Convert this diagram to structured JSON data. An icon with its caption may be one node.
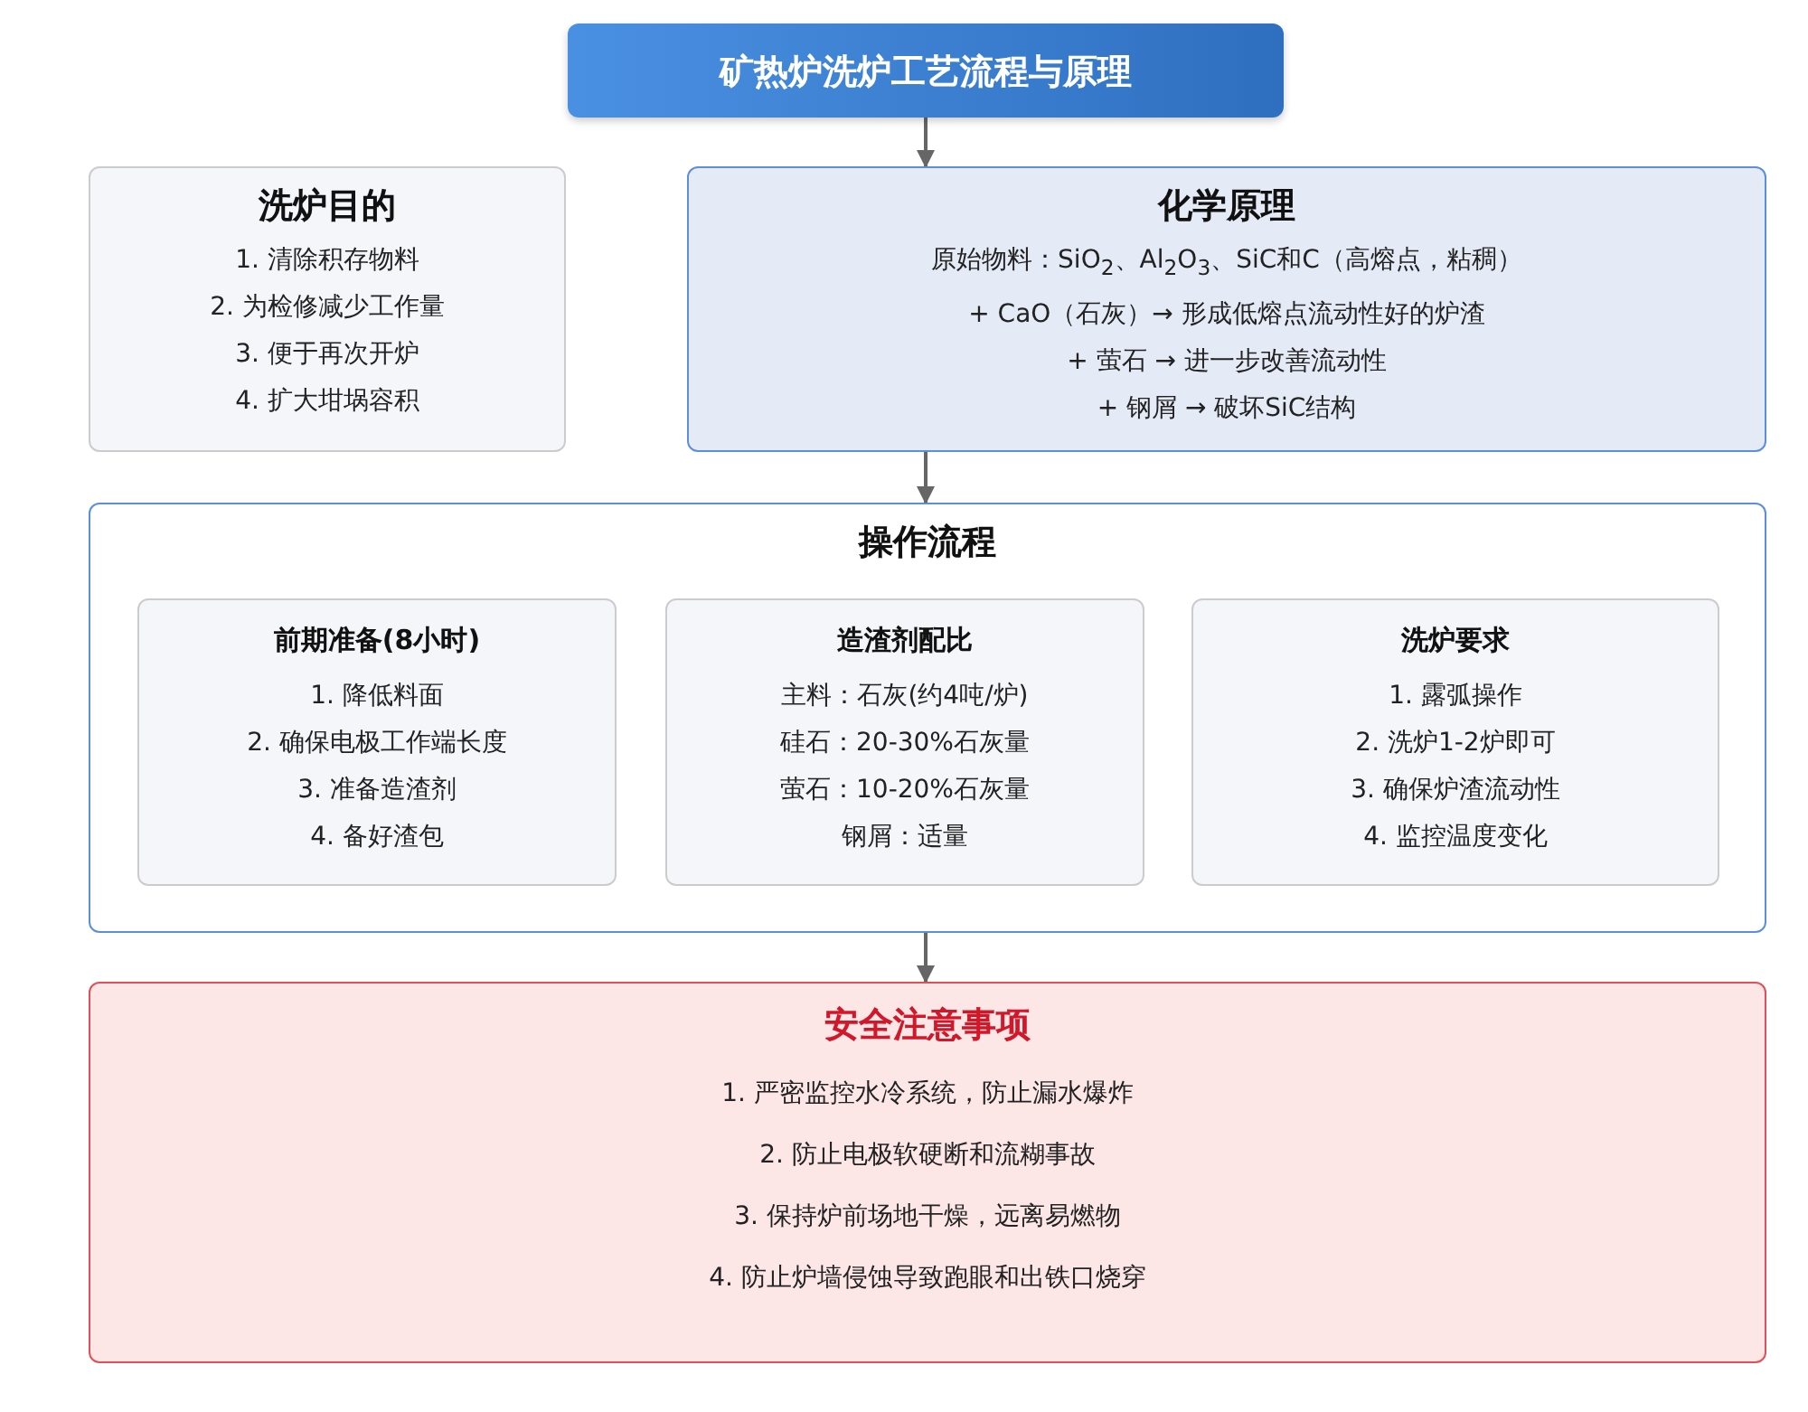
{
  "diagram": {
    "nodes": [
      {
        "text": [
          "矿热炉洗炉工艺流程与原理"
        ]
      },
      {
        "text": [
          "洗炉目的",
          "1. 清除积存物料",
          "2. 为检修减少工作量",
          "3. 便于再次开炉",
          "4. 扩大坩埚容积"
        ]
      },
      {
        "text": [
          "化学原理",
          "原始物料：SiO$_{2}$、Al$_{2}$O$_{3}$、SiC和C（高熔点，粘稠）",
          "+ CaO（石灰）→ 形成低熔点流动性好的炉渣",
          "+ 萤石 → 进一步改善流动性",
          "+ 钢屑 → 破坏SiC结构"
        ]
      },
      {
        "text": [
          "操作流程"
        ]
      },
      {
        "text": [
          "前期准备(8小时)",
          "1. 降低料面",
          "2. 确保电极工作端长度",
          "3. 准备造渣剂",
          "4. 备好渣包"
        ],
        "in": 3
      },
      {
        "text": [
          "造渣剂配比",
          "主料：石灰(约4吨/炉)",
          "硅石：20-30%石灰量",
          "萤石：10-20%石灰量",
          "钢屑：适量"
        ],
        "in": 3
      },
      {
        "text": [
          "洗炉要求",
          "1. 露弧操作",
          "2. 洗炉1-2炉即可",
          "3. 确保炉渣流动性",
          "4. 监控温度变化"
        ],
        "in": 3
      },
      {
        "text": [
          "安全注意事项",
          "1. 严密监控水冷系统，防止漏水爆炸",
          "2. 防止电极软硬断和流糊事故",
          "3. 保持炉前场地干燥，远离易燃物",
          "4. 防止炉墙侵蚀导致跑眼和出铁口烧穿"
        ]
      }
    ],
    "edges": [
      {
        "from": 0,
        "to": 2,
        "arrow": "to"
      },
      {
        "from": 2,
        "to": 3,
        "arrow": "to"
      },
      {
        "from": 3,
        "to": 7,
        "arrow": "to"
      }
    ]
  }
}
